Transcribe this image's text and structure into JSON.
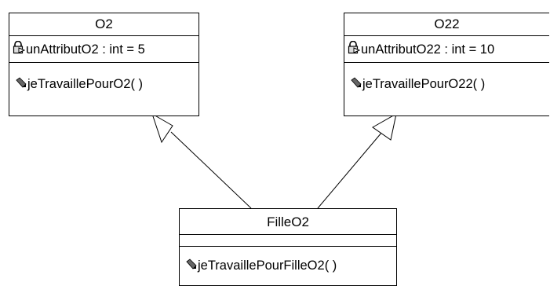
{
  "classes": {
    "o2": {
      "name": "O2",
      "attributes": [
        "unAttributO2 : int = 5"
      ],
      "operations": [
        "jeTravaillePourO2( )"
      ]
    },
    "o22": {
      "name": "O22",
      "attributes": [
        "unAttributO22 : int = 10"
      ],
      "operations": [
        "jeTravaillePourO22( )"
      ]
    },
    "filleo2": {
      "name": "FilleO2",
      "attributes": [],
      "operations": [
        "jeTravaillePourFilleO2( )"
      ]
    }
  },
  "relations": [
    {
      "type": "generalization",
      "from": "FilleO2",
      "to": "O2"
    },
    {
      "type": "generalization",
      "from": "FilleO2",
      "to": "O22"
    }
  ],
  "icons": {
    "attribute": "private-attribute-lock-icon",
    "operation": "public-operation-pencil-icon"
  },
  "colors": {
    "line": "#000000",
    "background": "#ffffff"
  }
}
